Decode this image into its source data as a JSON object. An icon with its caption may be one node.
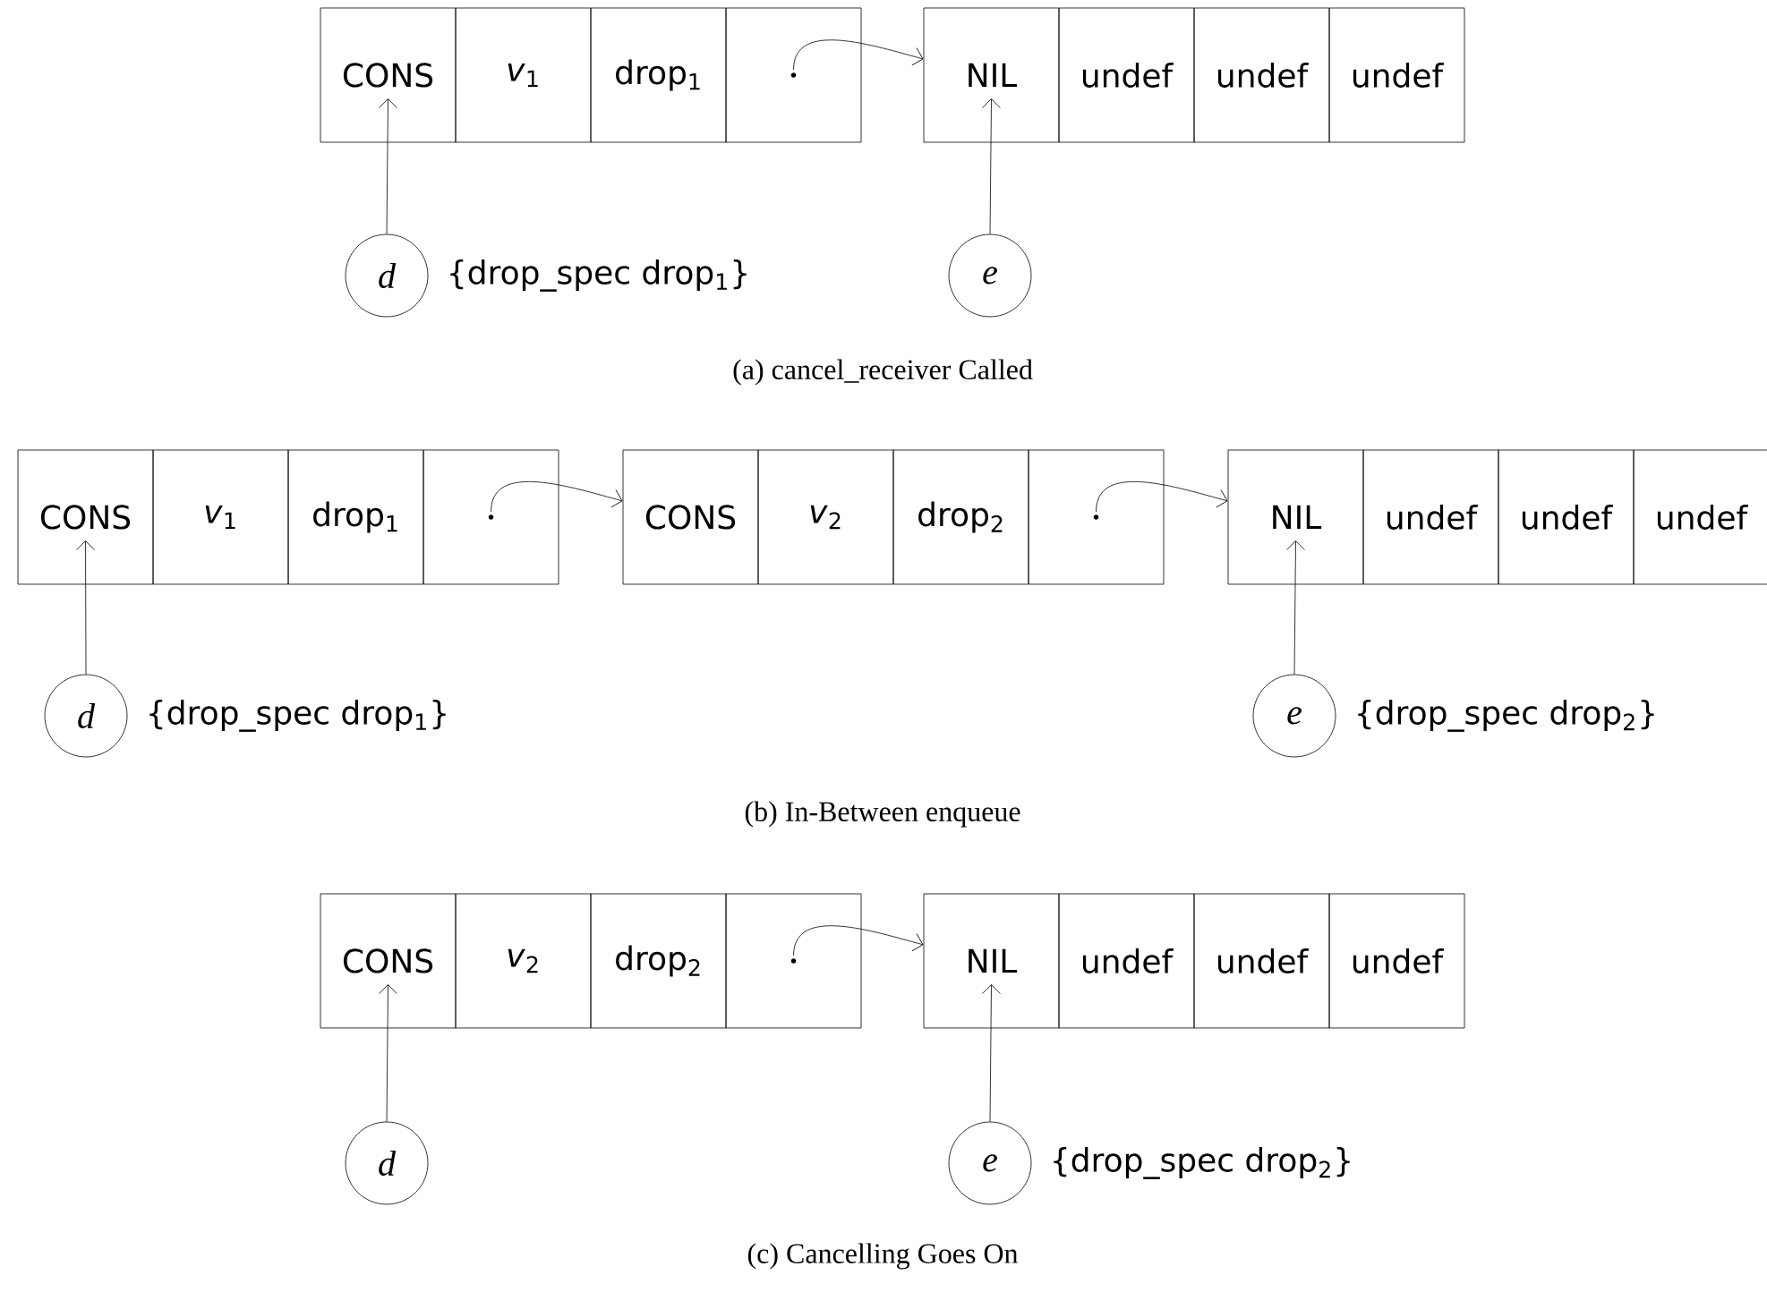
{
  "diagram": {
    "nodes": [
      {
        "text": [
          "CONS"
        ]
      },
      {
        "text": [
          "*v*$_{1}$"
        ]
      },
      {
        "text": [
          "drop$_{1}$"
        ]
      },
      {
        "text": [],
        "shape": "box"
      },
      {
        "text": [
          "NIL"
        ]
      },
      {
        "text": [
          "undef"
        ]
      },
      {
        "text": [
          "undef"
        ]
      },
      {
        "text": [
          "undef"
        ]
      },
      {
        "text": [
          "d"
        ],
        "beside": [
          "{drop_spec drop$_{1}$}"
        ]
      },
      {
        "text": [
          "e"
        ]
      },
      {
        "text": [
          "CONS"
        ]
      },
      {
        "text": [
          "*v*$_{1}$"
        ]
      },
      {
        "text": [
          "drop$_{1}$"
        ]
      },
      {
        "text": [],
        "shape": "box"
      },
      {
        "text": [
          "CONS"
        ]
      },
      {
        "text": [
          "*v*$_{2}$"
        ]
      },
      {
        "text": [
          "drop$_{2}$"
        ]
      },
      {
        "text": [],
        "shape": "box"
      },
      {
        "text": [
          "NIL"
        ]
      },
      {
        "text": [
          "undef"
        ]
      },
      {
        "text": [
          "undef"
        ]
      },
      {
        "text": [
          "undef"
        ]
      },
      {
        "text": [
          "d"
        ],
        "beside": [
          "{drop_spec drop$_{1}$}"
        ]
      },
      {
        "text": [
          "e"
        ],
        "beside": [
          "{drop_spec drop$_{2}$}"
        ]
      },
      {
        "text": [
          "CONS"
        ]
      },
      {
        "text": [
          "*v*$_{2}$"
        ]
      },
      {
        "text": [
          "drop$_{2}$"
        ]
      },
      {
        "text": [],
        "shape": "box"
      },
      {
        "text": [
          "NIL"
        ]
      },
      {
        "text": [
          "undef"
        ]
      },
      {
        "text": [
          "undef"
        ]
      },
      {
        "text": [
          "undef"
        ]
      },
      {
        "text": [
          "d"
        ]
      },
      {
        "text": [
          "e"
        ],
        "beside": [
          "{drop_spec drop$_{2}$}"
        ]
      }
    ],
    "edges": [
      {
        "from": 3,
        "to": 4,
        "arrow": "to"
      },
      {
        "from": 8,
        "to": 0,
        "arrow": "to"
      },
      {
        "from": 9,
        "to": 4,
        "arrow": "to"
      },
      {
        "from": 13,
        "to": 14,
        "arrow": "to"
      },
      {
        "from": 17,
        "to": 18,
        "arrow": "to"
      },
      {
        "from": 22,
        "to": 10,
        "arrow": "to"
      },
      {
        "from": 23,
        "to": 18,
        "arrow": "to"
      },
      {
        "from": 27,
        "to": 28,
        "arrow": "to"
      },
      {
        "from": 32,
        "to": 24,
        "arrow": "to"
      },
      {
        "from": 33,
        "to": 28,
        "arrow": "to"
      }
    ],
    "labels": [
      "(a) cancel_receiver Called",
      "(b) In-Between enqueue",
      "(c) Cancelling Goes On"
    ]
  }
}
